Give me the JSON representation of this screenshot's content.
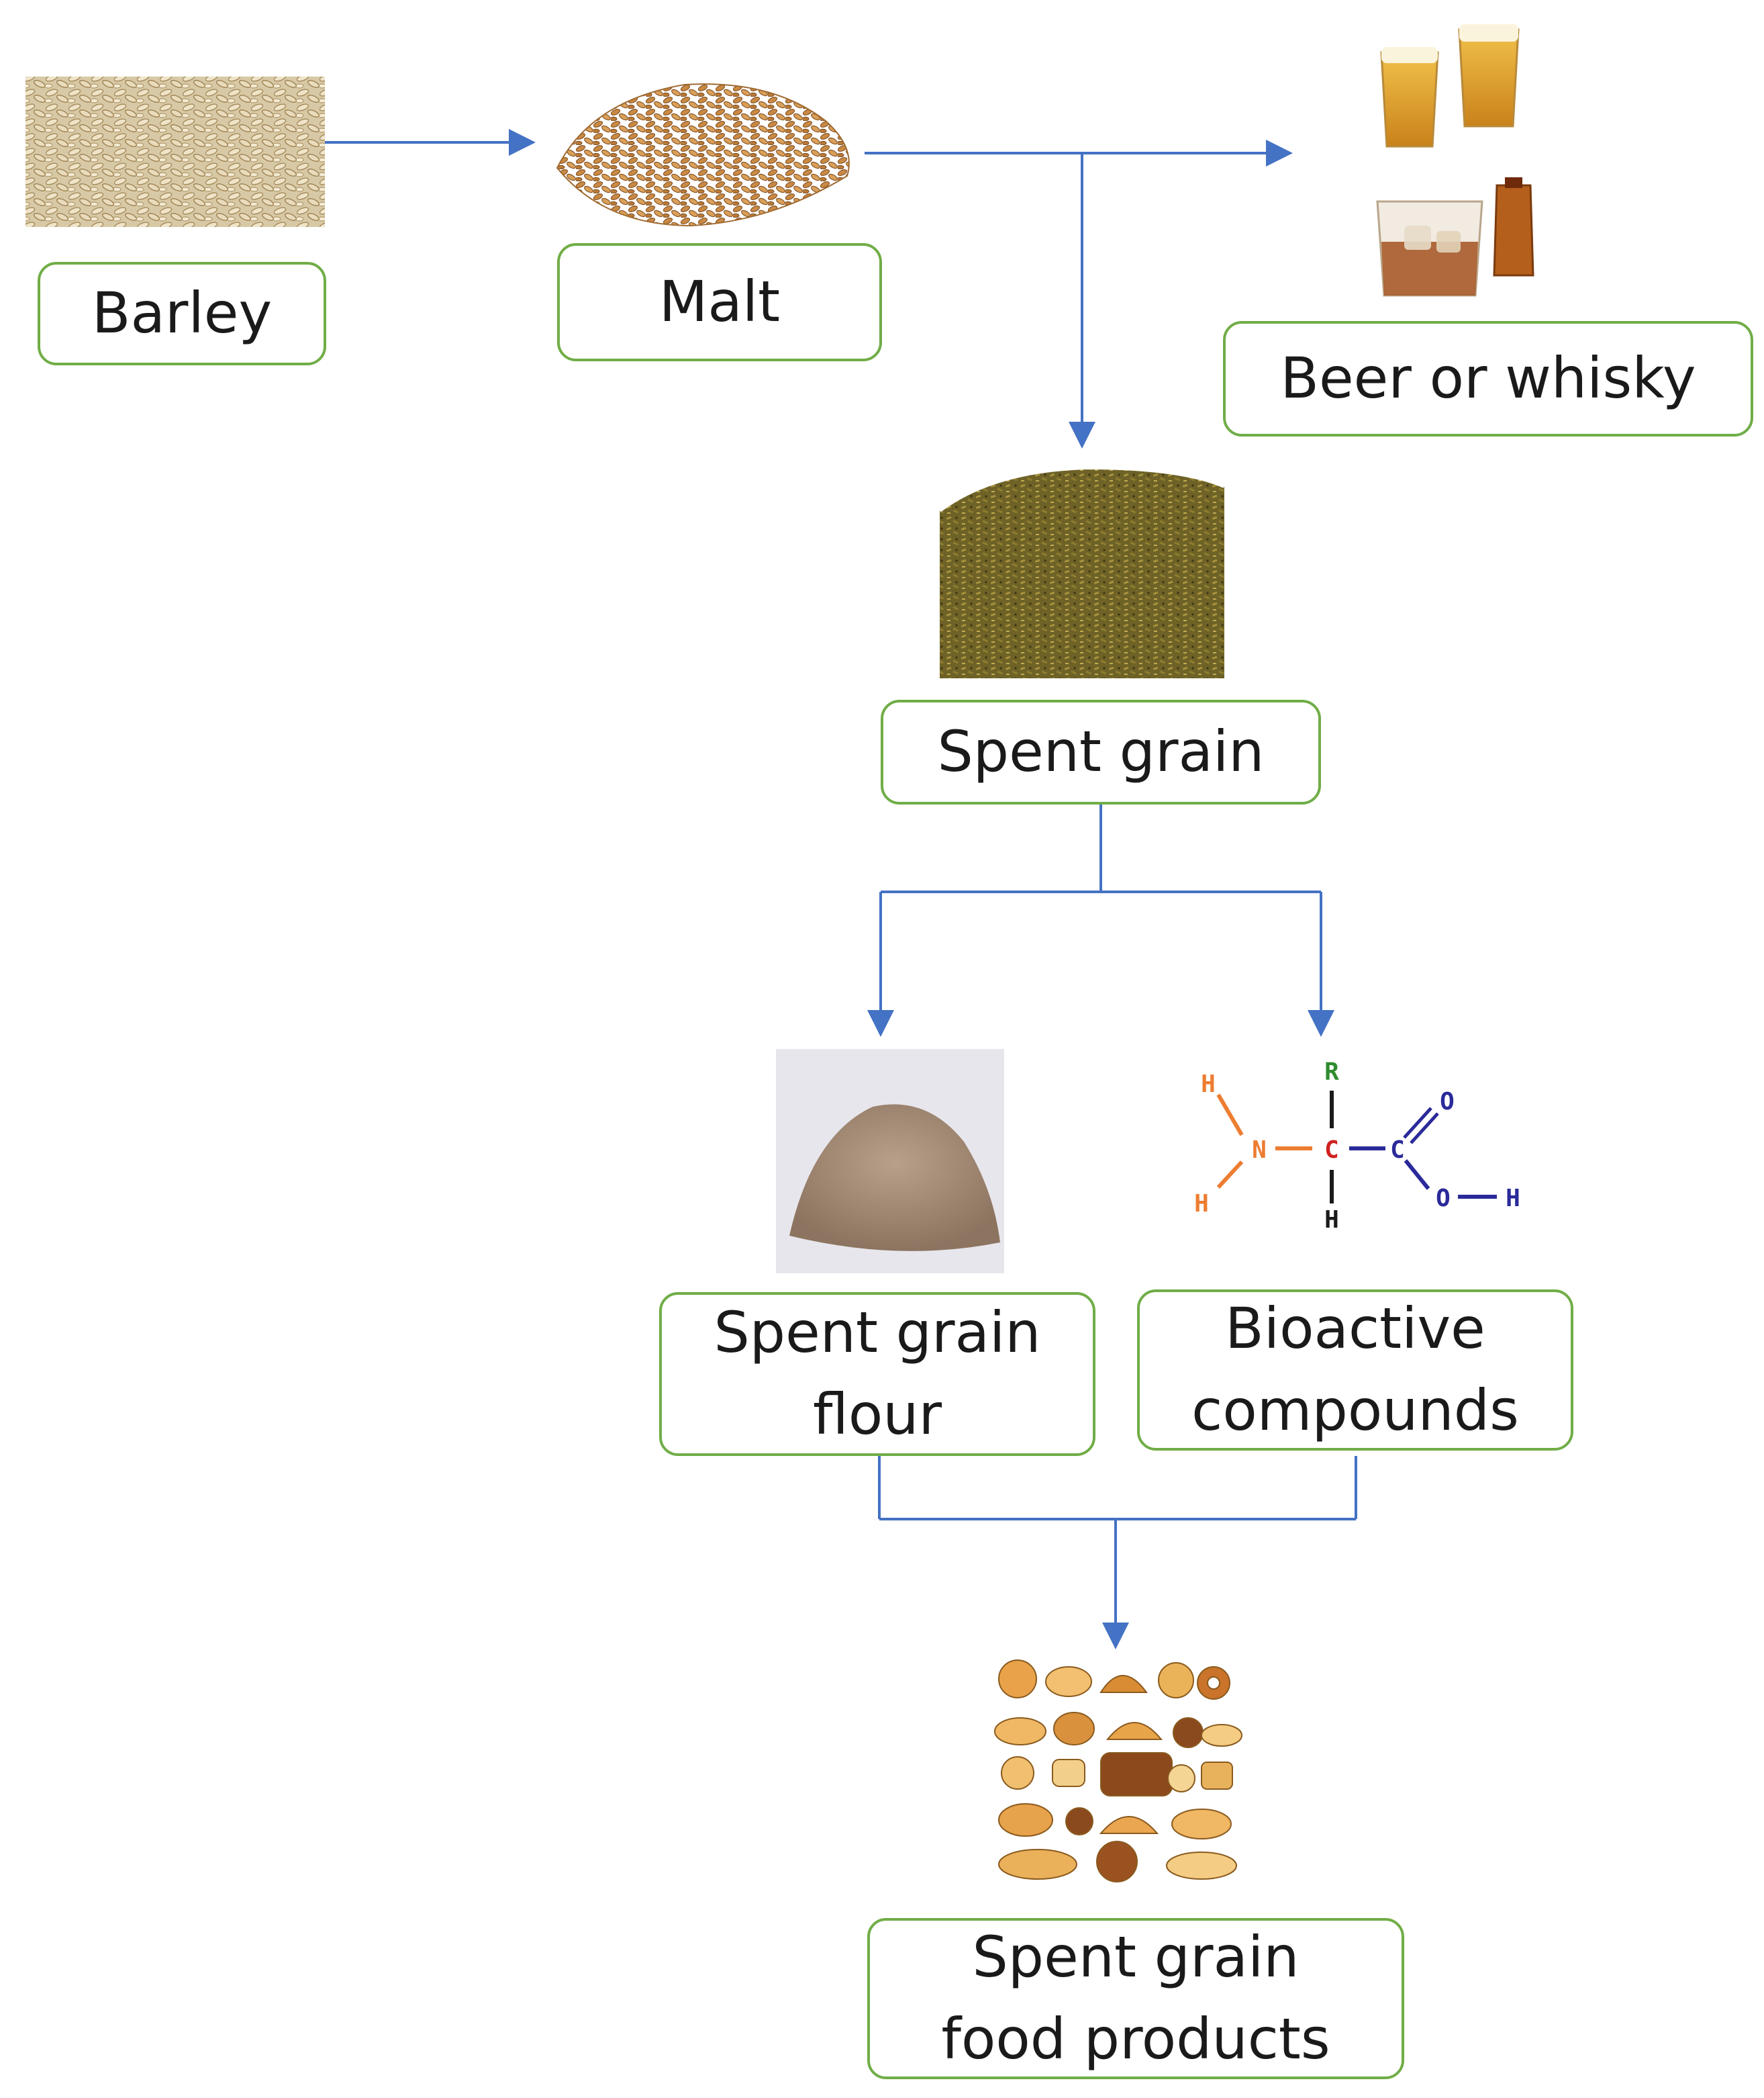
{
  "nodes": {
    "barley": "Barley",
    "malt": "Malt",
    "beer_whisky": "Beer or whisky",
    "spent_grain": "Spent grain",
    "flour": "Spent grain\nflour",
    "bioactive": "Bioactive\ncompounds",
    "food_products": "Spent grain\nfood products"
  },
  "molecule_labels": {
    "r": "R",
    "c_alpha": "C",
    "c_carboxyl": "C",
    "n": "N",
    "o_double": "O",
    "o_single": "O",
    "h_amine_top": "H",
    "h_amine_bottom": "H",
    "h_alpha": "H",
    "h_hydroxyl": "H"
  },
  "colors": {
    "box_border": "#70ad47",
    "arrow": "#4472c4",
    "amine": "#ed7d31",
    "r_group": "#2e8b2e",
    "alpha_carbon": "#d02020",
    "carboxyl": "#2a2a9a"
  },
  "icons": [
    "barley-grains-image",
    "malt-pile-image",
    "beer-glasses-image",
    "whisky-glass-image",
    "spent-grain-pile-image",
    "flour-pile-image",
    "amino-acid-structure",
    "bakery-products-image"
  ]
}
